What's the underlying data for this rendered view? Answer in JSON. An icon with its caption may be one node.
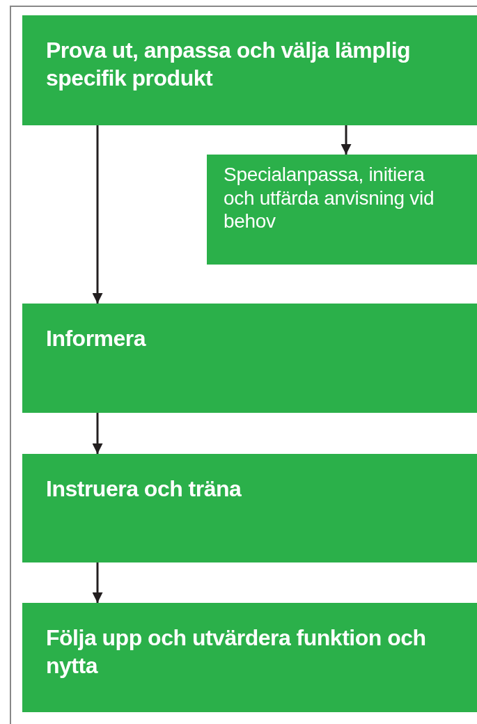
{
  "diagram": {
    "nodes": [
      {
        "text": [
          "Prova ut, anpassa och välja lämplig specifik produkt"
        ]
      },
      {
        "text": [
          "Specialanpassa, initiera och utfärda anvisning vid behov"
        ]
      },
      {
        "text": [
          "Informera"
        ]
      },
      {
        "text": [
          "Instruera och träna"
        ]
      },
      {
        "text": [
          "Följa upp och utvärdera funktion och nytta"
        ]
      }
    ],
    "edges": [
      {
        "from": 0,
        "to": 1,
        "arrow": "to"
      },
      {
        "from": 0,
        "to": 2,
        "arrow": "to"
      },
      {
        "from": 2,
        "to": 3,
        "arrow": "to"
      },
      {
        "from": 3,
        "to": 4,
        "arrow": "to"
      }
    ]
  }
}
